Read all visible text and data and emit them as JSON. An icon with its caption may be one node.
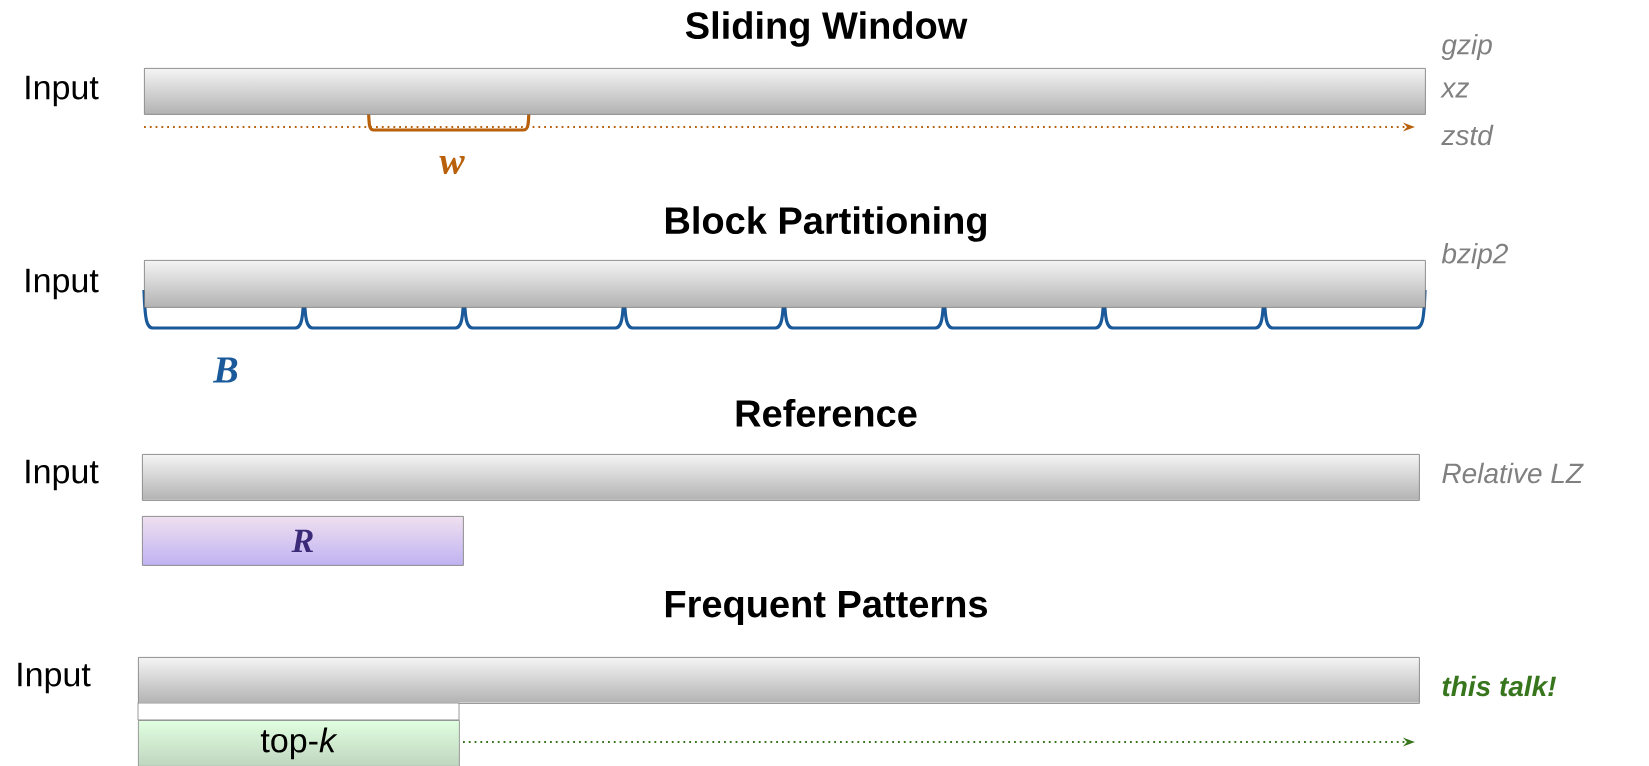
{
  "diagram": {
    "nodes": [
      {
        "text": [
          "Input"
        ],
        "beside": [
          "gzip",
          "xz",
          "zstd"
        ]
      },
      {
        "text": [
          "Input"
        ],
        "beside": [
          "bzip2"
        ]
      },
      {
        "text": [
          "Input"
        ],
        "beside": [
          "Relative LZ"
        ]
      },
      {
        "text": [
          "R"
        ]
      },
      {
        "text": [
          "Input"
        ],
        "beside": [
          "this talk!"
        ]
      },
      {
        "text": [
          "top-*k*"
        ]
      }
    ],
    "labels": [
      "Sliding Window",
      "w",
      "Block Partitioning",
      "B",
      "Reference",
      "Frequent Patterns"
    ]
  }
}
